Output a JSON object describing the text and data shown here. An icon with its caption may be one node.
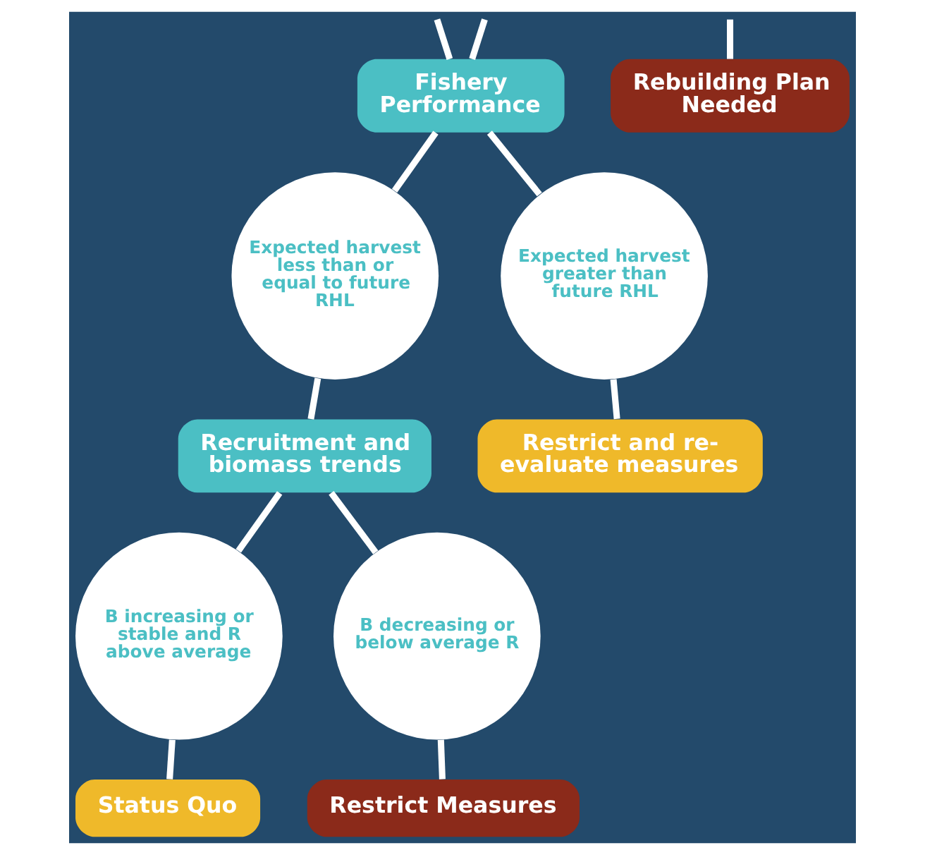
{
  "diagram": {
    "nodes": [
      {
        "text": [
          "Fishery Performance"
        ]
      },
      {
        "text": [
          "Rebuilding Plan Needed"
        ]
      },
      {
        "text": [
          "Expected harvest less than or equal to future RHL"
        ]
      },
      {
        "text": [
          "Expected harvest greater than future RHL"
        ]
      },
      {
        "text": [
          "Recruitment and biomass trends"
        ]
      },
      {
        "text": [
          "Restrict and re-evaluate measures"
        ]
      },
      {
        "text": [
          "B increasing or stable and R above average"
        ]
      },
      {
        "text": [
          "B decreasing or below average R"
        ]
      },
      {
        "text": [
          "Status Quo"
        ]
      },
      {
        "text": [
          "Restrict Measures"
        ]
      }
    ],
    "edges": [
      {
        "from": null,
        "to": 0,
        "arrow": "none"
      },
      {
        "from": null,
        "to": 0,
        "arrow": "none"
      },
      {
        "from": null,
        "to": 1,
        "arrow": "none"
      },
      {
        "from": 0,
        "to": 2,
        "arrow": "none"
      },
      {
        "from": 0,
        "to": 3,
        "arrow": "none"
      },
      {
        "from": 2,
        "to": 4,
        "arrow": "none"
      },
      {
        "from": 3,
        "to": 5,
        "arrow": "none"
      },
      {
        "from": 4,
        "to": 6,
        "arrow": "none"
      },
      {
        "from": 4,
        "to": 7,
        "arrow": "none"
      },
      {
        "from": 6,
        "to": 8,
        "arrow": "none"
      },
      {
        "from": 7,
        "to": 9,
        "arrow": "none"
      }
    ]
  }
}
